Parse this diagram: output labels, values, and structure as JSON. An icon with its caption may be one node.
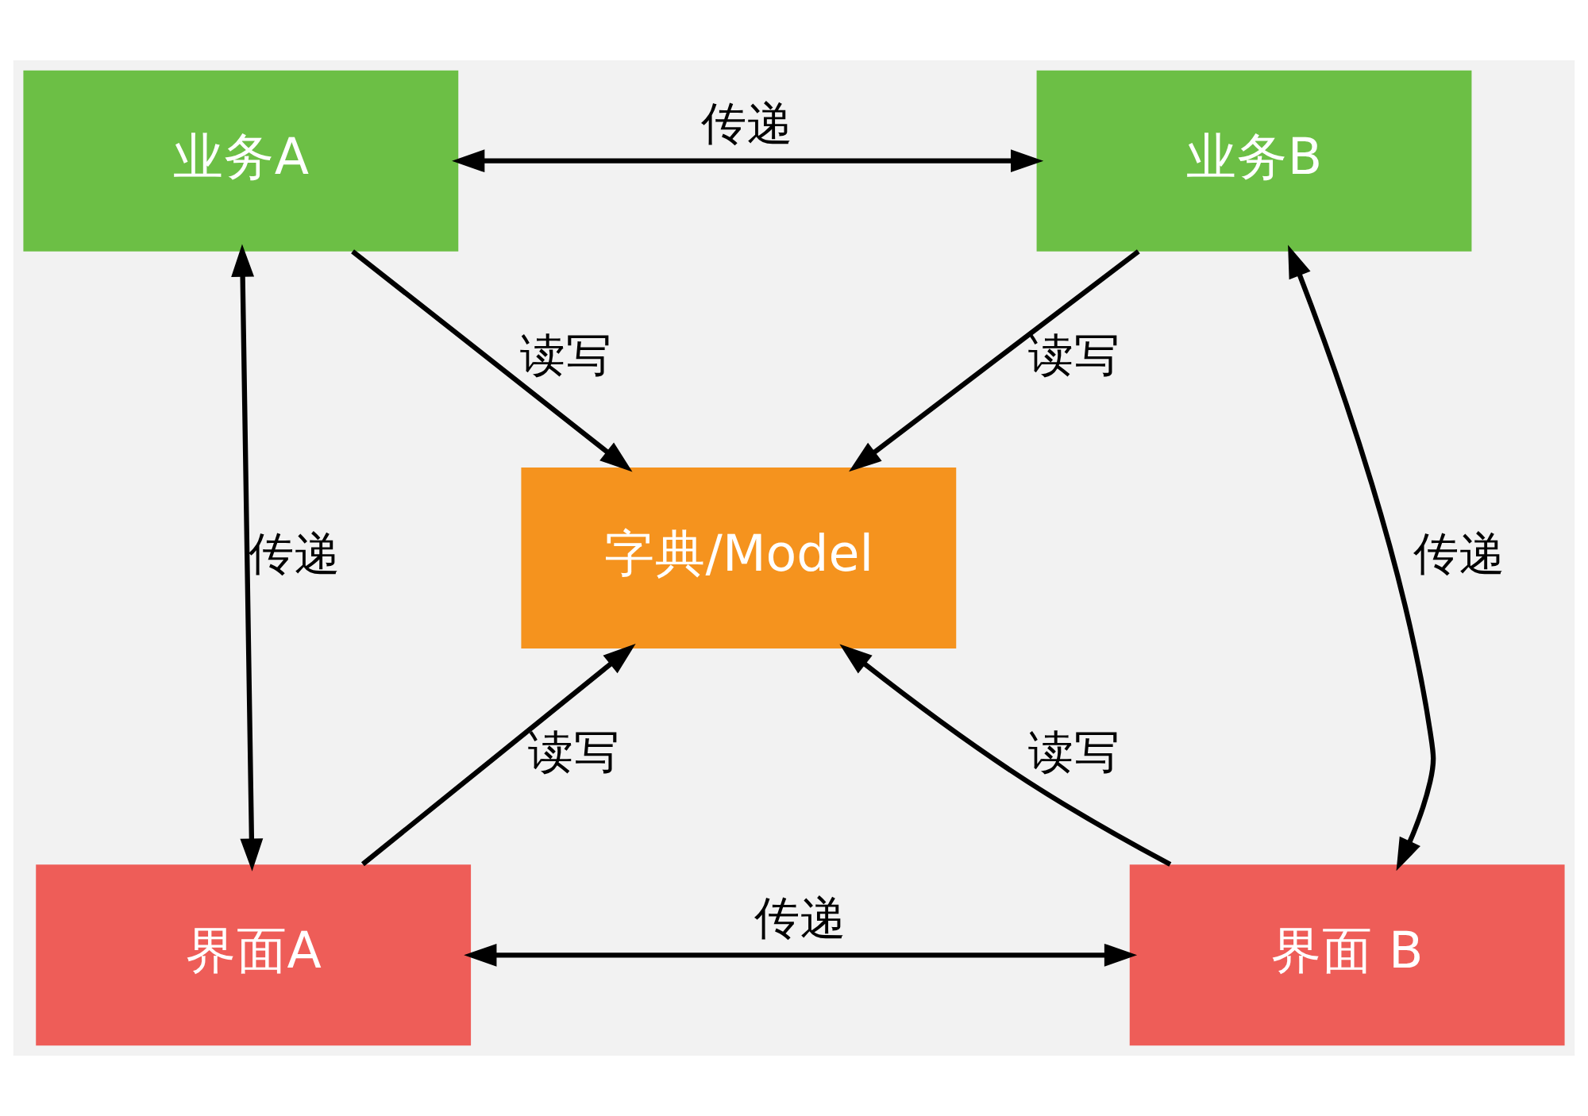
{
  "diagram": {
    "nodes": [
      {
        "text": [
          "业务A"
        ]
      },
      {
        "text": [
          "业务B"
        ]
      },
      {
        "text": [
          "字典/Model"
        ]
      },
      {
        "text": [
          "界面A"
        ]
      },
      {
        "text": [
          "界面 B"
        ]
      }
    ],
    "edges": [
      {
        "from": 0,
        "to": 1,
        "arrow": "both",
        "label": "传递"
      },
      {
        "from": 0,
        "to": 2,
        "arrow": "to",
        "label": "读写"
      },
      {
        "from": 1,
        "to": 2,
        "arrow": "to",
        "label": "读写"
      },
      {
        "from": 0,
        "to": 3,
        "arrow": "both",
        "label": "传递"
      },
      {
        "from": 1,
        "to": 4,
        "arrow": "both",
        "label": "传递"
      },
      {
        "from": 3,
        "to": 2,
        "arrow": "to",
        "label": "读写"
      },
      {
        "from": 4,
        "to": 2,
        "arrow": "to",
        "label": "读写"
      },
      {
        "from": 3,
        "to": 4,
        "arrow": "both",
        "label": "传递"
      }
    ]
  }
}
